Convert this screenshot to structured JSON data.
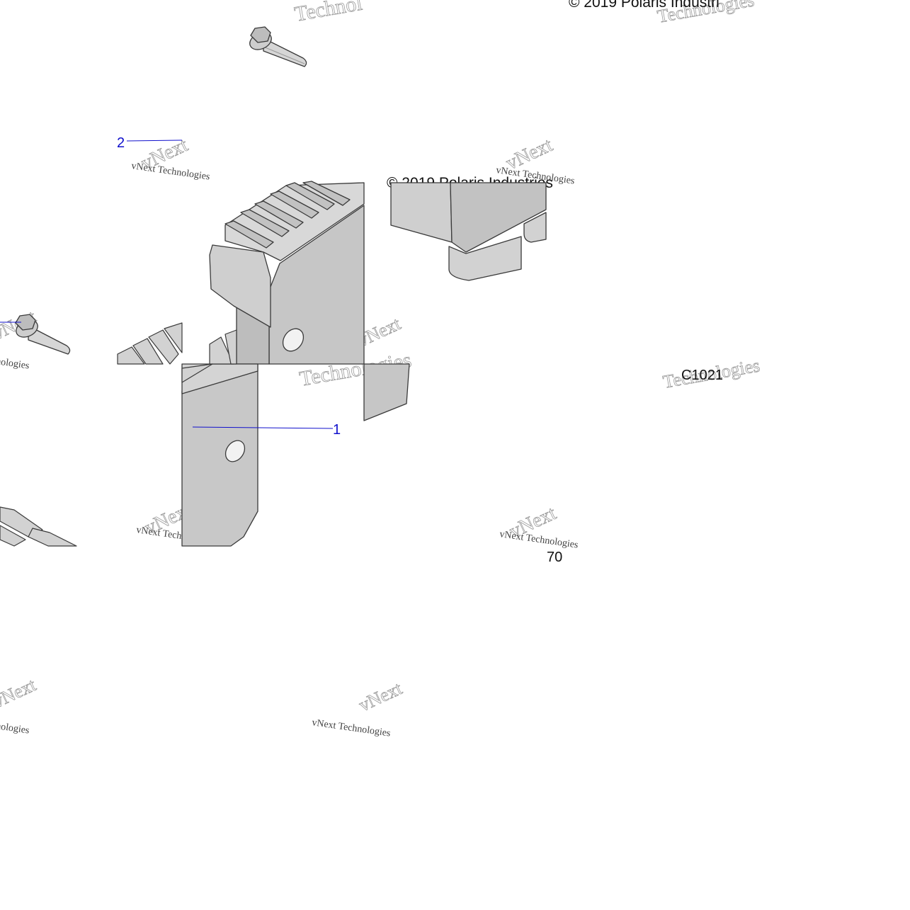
{
  "diagram": {
    "copyright": "© 2019 Polaris Industries",
    "copyright_top": "© 2019 Polaris Industri",
    "figure_code": "C1021",
    "page_number": "70",
    "callouts": [
      {
        "number": "1",
        "part": "step-bracket"
      },
      {
        "number": "2",
        "part": "flange-bolt"
      }
    ],
    "watermark": {
      "brand": "vNext",
      "line": "vNext Technologies",
      "word": "Technologies"
    },
    "colors": {
      "callout": "#1010cc",
      "part_fill": "#c8c8c8",
      "part_shade": "#b4b4b4",
      "part_light": "#dadada",
      "outline": "#3a3a3a",
      "watermark": "#9a9a9a"
    }
  }
}
